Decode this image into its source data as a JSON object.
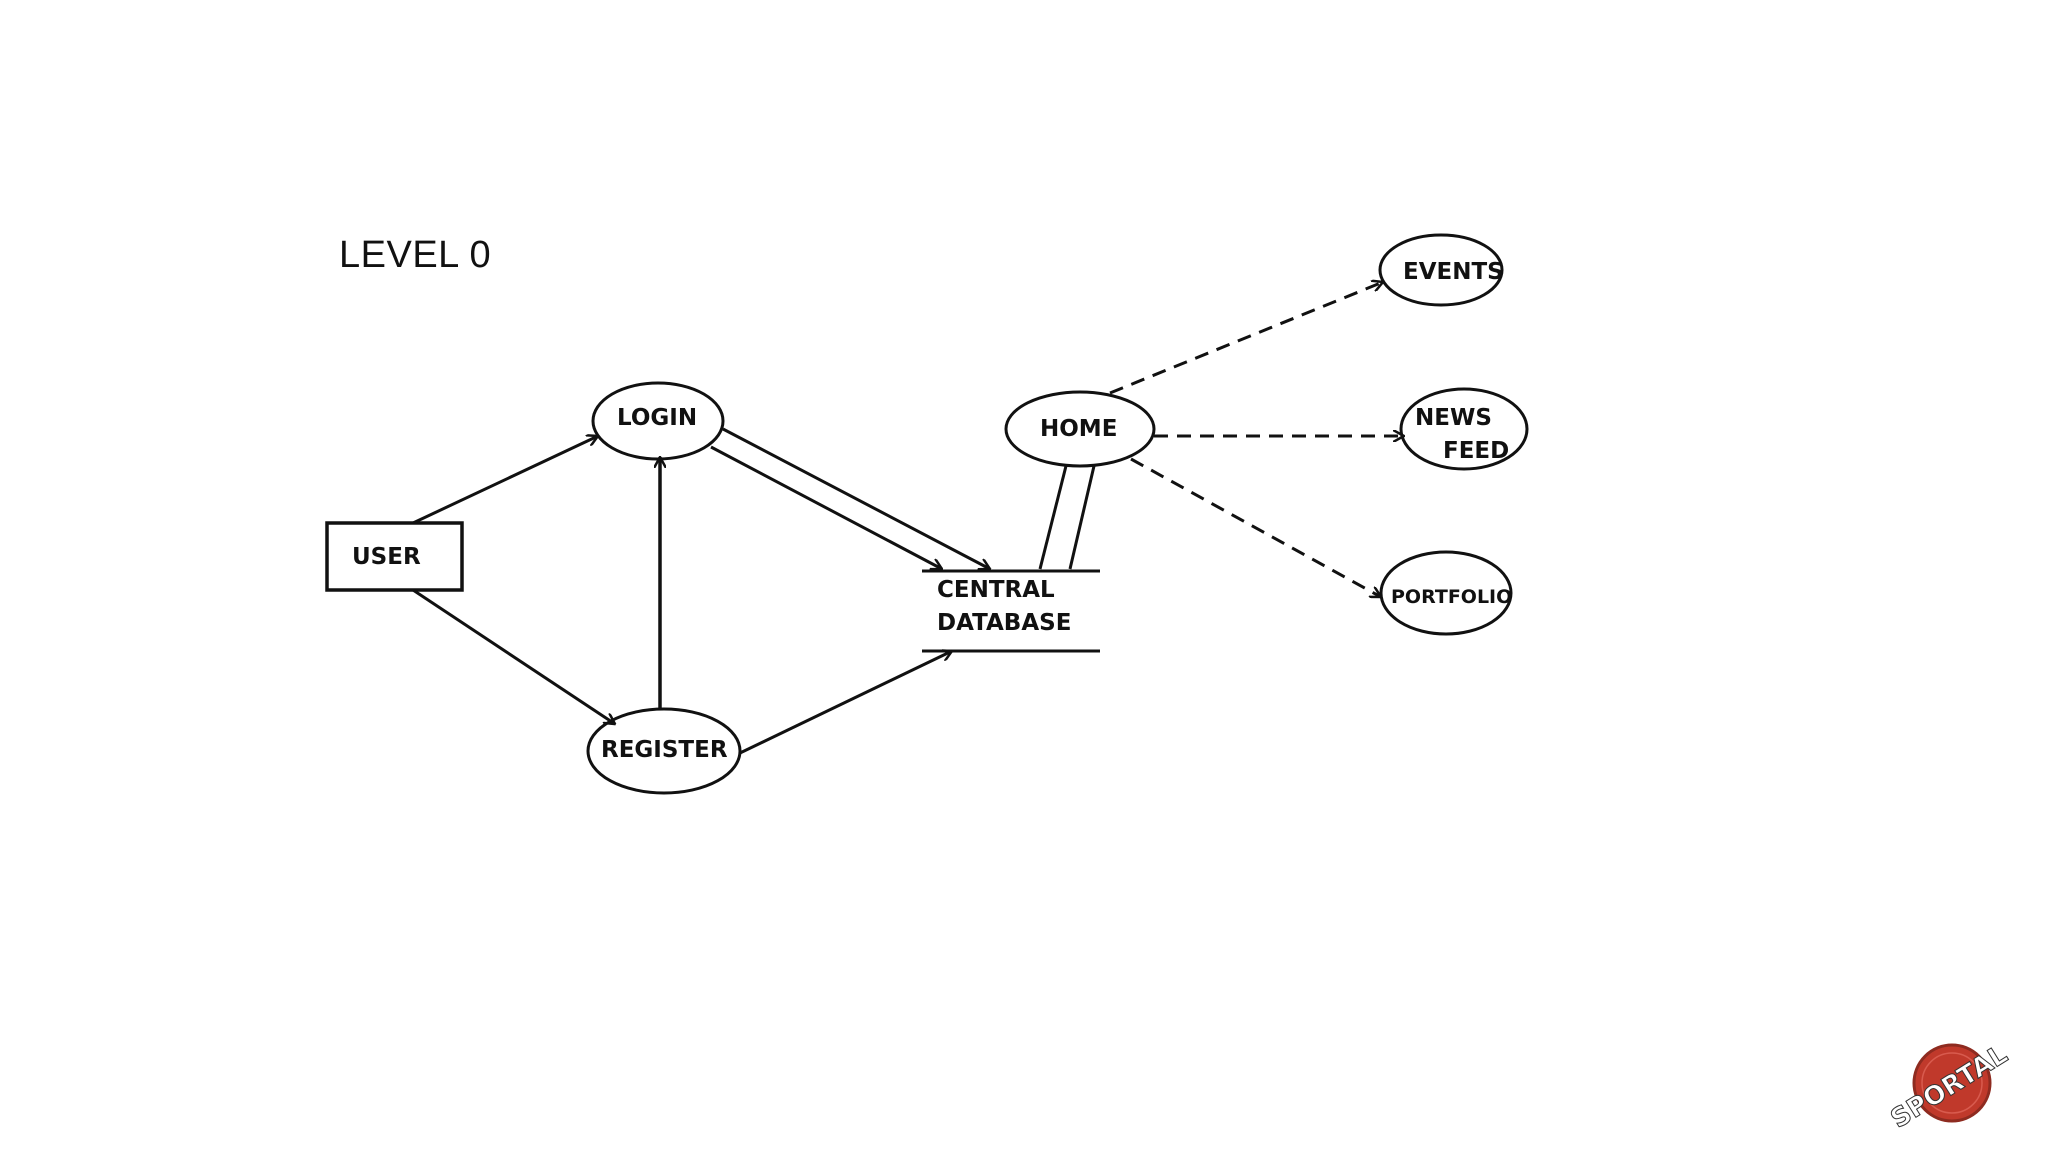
{
  "slide": {
    "title": "LEVEL 0"
  },
  "diagram": {
    "nodes": {
      "user": "USER",
      "login": "LOGIN",
      "register": "REGISTER",
      "central_db_line1": "CENTRAL",
      "central_db_line2": "DATABASE",
      "home": "HOME",
      "events": "EVENTS",
      "news_feed_line1": "NEWS",
      "news_feed_line2": "FEED",
      "portfolio": "PORTFOLIO"
    }
  },
  "logo": {
    "text": "SPORTAL",
    "color": "#c0392b"
  }
}
